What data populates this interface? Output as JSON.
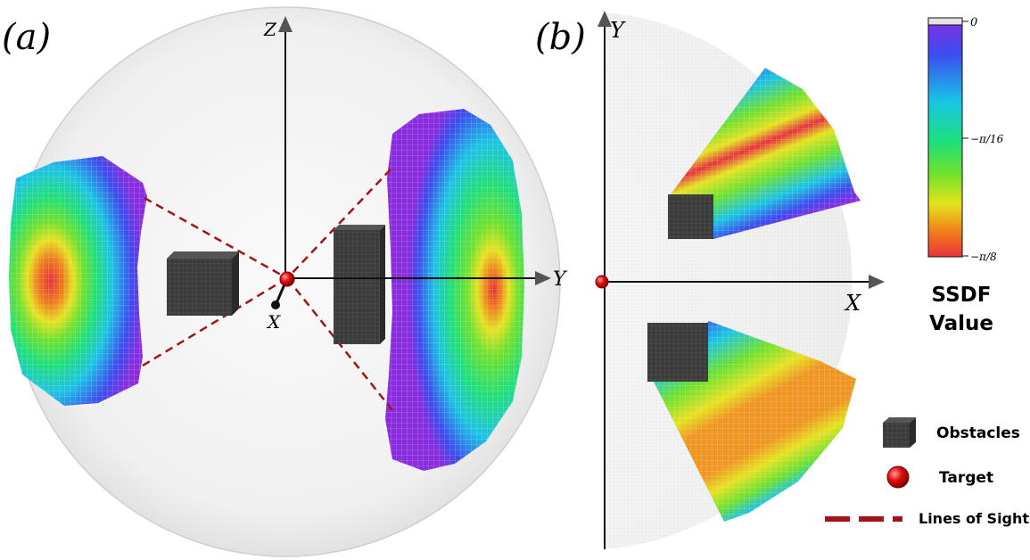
{
  "panels": {
    "a": {
      "label": "(a)",
      "axes": {
        "z": "Z",
        "y": "Y",
        "x": "X"
      }
    },
    "b": {
      "label": "(b)",
      "axes": {
        "y": "Y",
        "x": "X"
      }
    }
  },
  "colorbar": {
    "ticks": [
      "0",
      "−π/16",
      "−π/8"
    ],
    "title_line1": "SSDF",
    "title_line2": "Value"
  },
  "legend": {
    "obstacles": "Obstacles",
    "target": "Target",
    "lines_of_sight": "Lines of Sight"
  },
  "colors": {
    "target": "#e01010",
    "line_of_sight": "#a31515",
    "obstacle": "#3b3b3b",
    "colormap": [
      "#e2e2e2",
      "#8a2be2",
      "#3b4cf0",
      "#19c4e6",
      "#1ee07a",
      "#6ee22c",
      "#e6e21c",
      "#f07a1a",
      "#e8323c"
    ]
  }
}
